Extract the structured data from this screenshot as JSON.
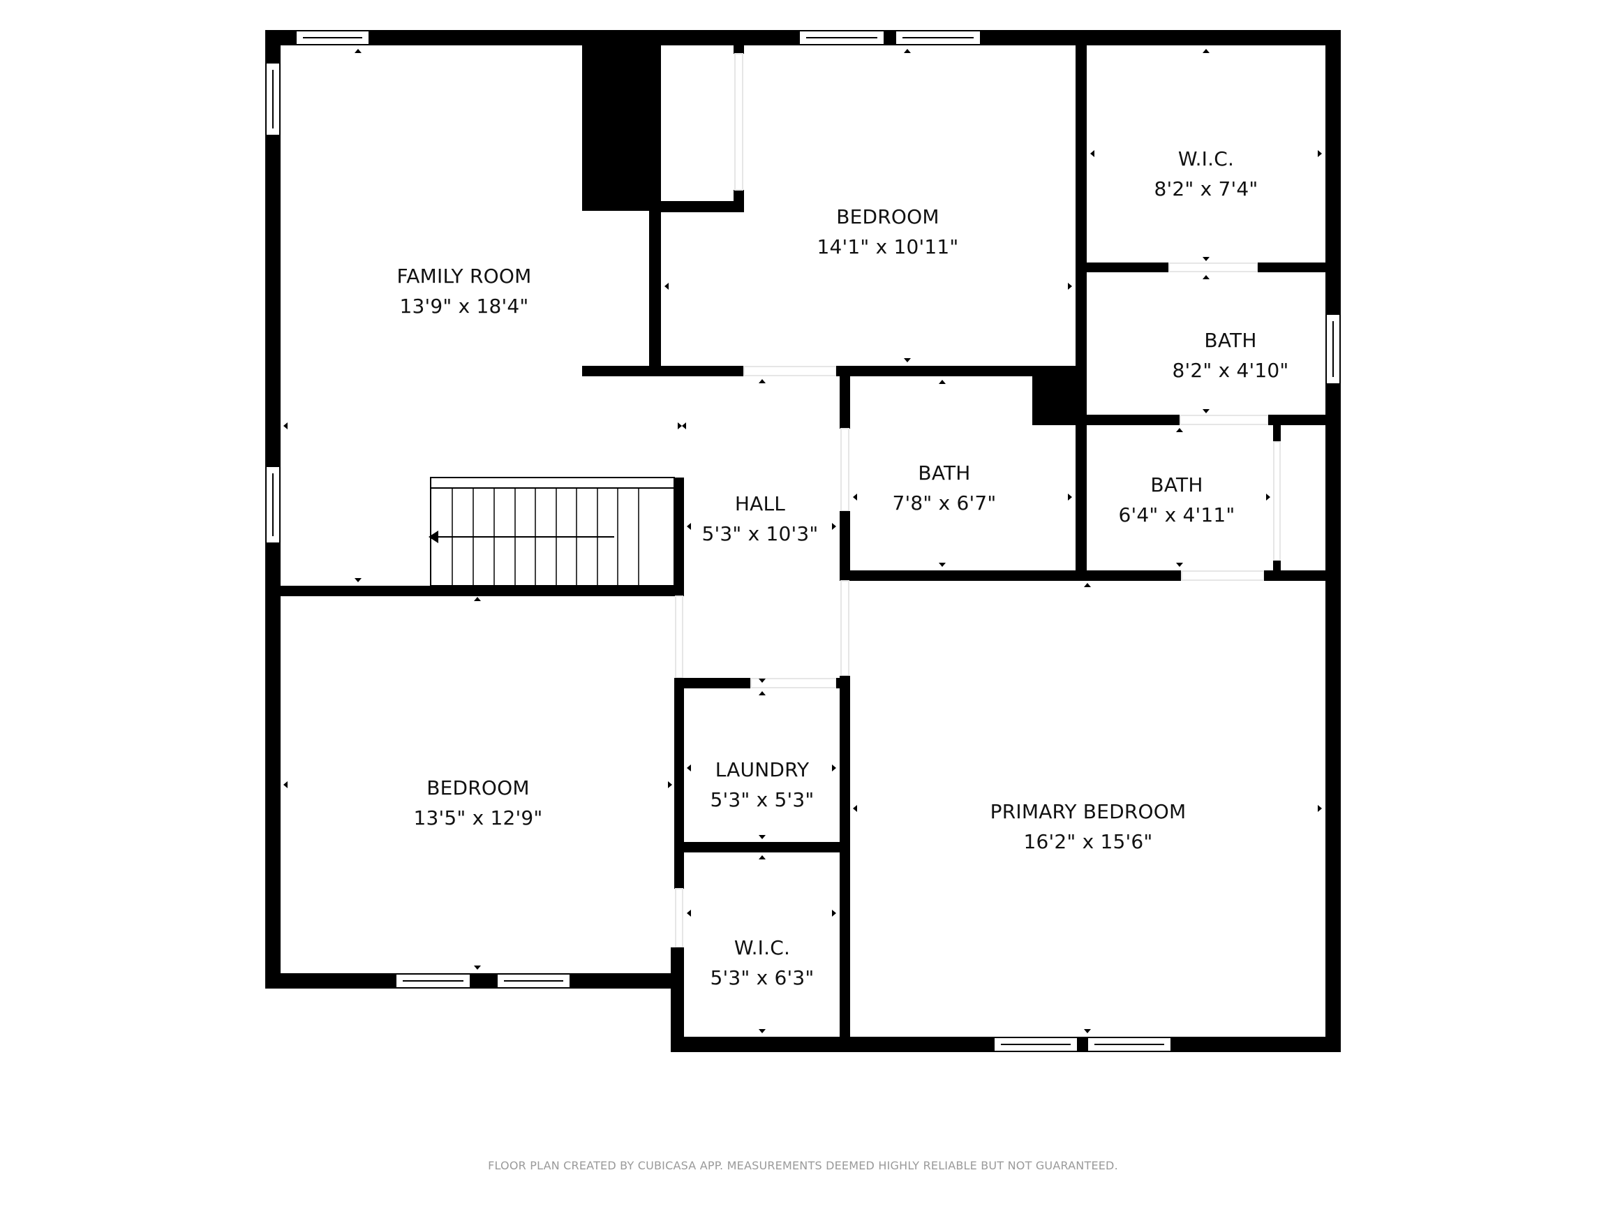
{
  "floor_plan": {
    "rooms": [
      {
        "id": "family-room",
        "name": "FAMILY ROOM",
        "dimensions": "13'9\" x 18'4\""
      },
      {
        "id": "bedroom-north",
        "name": "BEDROOM",
        "dimensions": "14'1\" x 10'11\""
      },
      {
        "id": "wic-north",
        "name": "W.I.C.",
        "dimensions": "8'2\" x 7'4\""
      },
      {
        "id": "bath-primary",
        "name": "BATH",
        "dimensions": "8'2\" x 4'10\""
      },
      {
        "id": "hall",
        "name": "HALL",
        "dimensions": "5'3\" x 10'3\""
      },
      {
        "id": "bath-center",
        "name": "BATH",
        "dimensions": "7'8\" x 6'7\""
      },
      {
        "id": "bath-small",
        "name": "BATH",
        "dimensions": "6'4\" x 4'11\""
      },
      {
        "id": "bedroom-south",
        "name": "BEDROOM",
        "dimensions": "13'5\" x 12'9\""
      },
      {
        "id": "laundry",
        "name": "LAUNDRY",
        "dimensions": "5'3\" x 5'3\""
      },
      {
        "id": "wic-south",
        "name": "W.I.C.",
        "dimensions": "5'3\" x 6'3\""
      },
      {
        "id": "primary-bedroom",
        "name": "PRIMARY BEDROOM",
        "dimensions": "16'2\" x 15'6\""
      }
    ],
    "stairs": {
      "treads": 10,
      "direction": "down-left"
    },
    "colors": {
      "wall": "#000000",
      "background": "#ffffff",
      "footer_text": "#9a9a9a"
    }
  },
  "footer": {
    "disclaimer": "FLOOR PLAN CREATED BY CUBICASA APP. MEASUREMENTS DEEMED HIGHLY RELIABLE BUT NOT GUARANTEED."
  }
}
